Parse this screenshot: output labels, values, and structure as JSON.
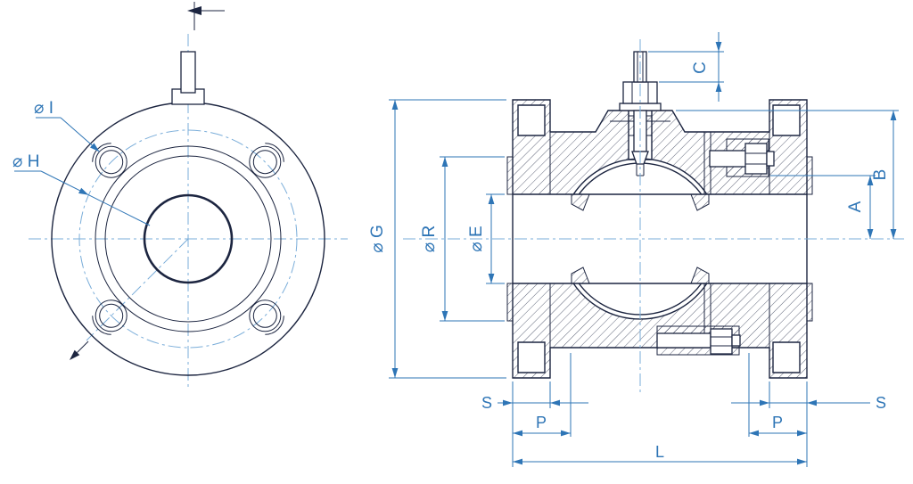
{
  "drawing": {
    "labels": {
      "dia_i": "⌀ I",
      "dia_h": "⌀ H",
      "dia_g": "⌀ G",
      "dia_r": "⌀ R",
      "dia_e": "⌀ E",
      "a": "A",
      "b": "B",
      "c": "C",
      "s_left": "S",
      "s_right": "S",
      "p_left": "P",
      "p_right": "P",
      "l": "L"
    },
    "colors": {
      "line_dark": "#1c2540",
      "dimension_blue": "#2e75b6",
      "centerline_blue": "#7aadd9",
      "background": "#ffffff"
    }
  }
}
